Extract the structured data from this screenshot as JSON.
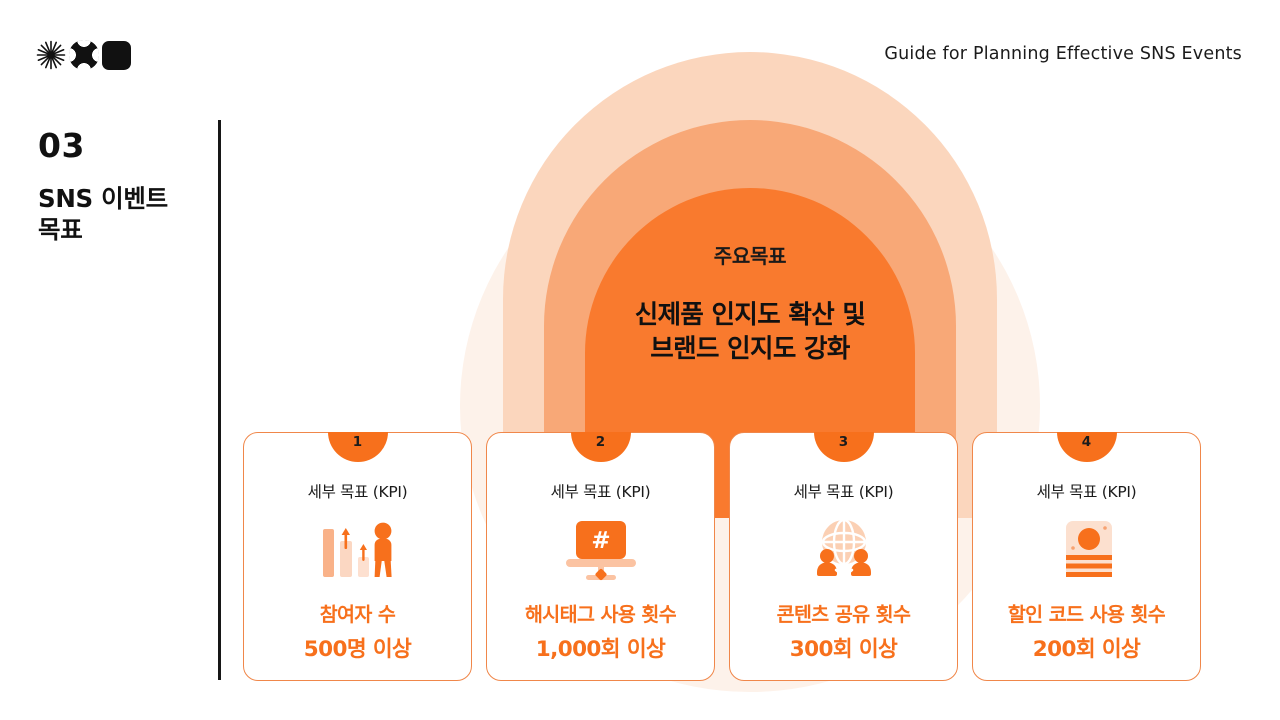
{
  "header": {
    "title": "Guide for Planning Effective SNS Events",
    "logo_icons": [
      "starburst-icon",
      "clover-icon",
      "rounded-square-icon"
    ]
  },
  "section": {
    "number": "03",
    "title_line1": "SNS 이벤트",
    "title_line2": "목표"
  },
  "arch": {
    "label": "주요목표",
    "headline_line1": "신제품 인지도 확산 및",
    "headline_line2": "브랜드 인지도 강화",
    "layer_colors": [
      "#fdf2ea",
      "#fbd6bd",
      "#f8a877",
      "#f97a2e"
    ]
  },
  "cards": [
    {
      "badge": "1",
      "kpi_label": "세부 목표 (KPI)",
      "icon": "bar-chart-person-icon",
      "title": "참여자 수",
      "value": "500명 이상"
    },
    {
      "badge": "2",
      "kpi_label": "세부 목표 (KPI)",
      "icon": "laptop-hashtag-icon",
      "title": "해시태그 사용 횟수",
      "value": "1,000회 이상"
    },
    {
      "badge": "3",
      "kpi_label": "세부 목표 (KPI)",
      "icon": "globe-people-share-icon",
      "title": "콘텐츠 공유 횟수",
      "value": "300회 이상"
    },
    {
      "badge": "4",
      "kpi_label": "세부 목표 (KPI)",
      "icon": "discount-coupon-icon",
      "title": "할인 코드 사용 횟수",
      "value": "200회 이상"
    }
  ],
  "colors": {
    "accent": "#f7701c",
    "accent_light": "#f8a877",
    "accent_pale": "#fbd6bd",
    "background": "#ffffff",
    "text": "#111111"
  }
}
